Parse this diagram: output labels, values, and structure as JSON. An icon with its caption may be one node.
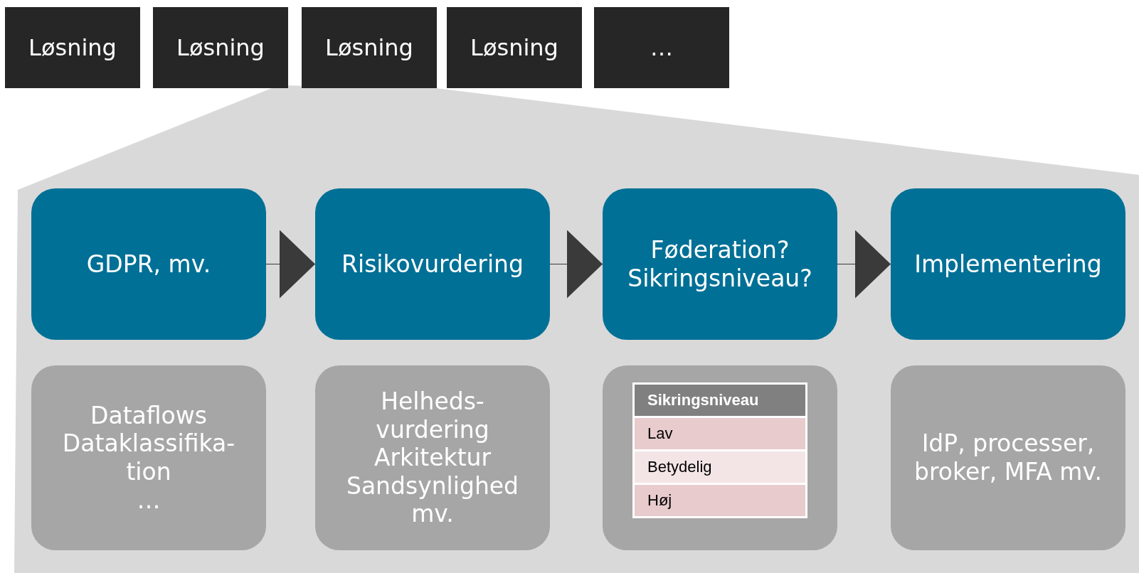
{
  "diagram": {
    "nodes": [
      {
        "text": [
          "Løsning"
        ]
      },
      {
        "text": [
          "Løsning"
        ]
      },
      {
        "text": [
          "Løsning"
        ]
      },
      {
        "text": [
          "Løsning"
        ]
      },
      {
        "text": [
          "…"
        ]
      },
      {
        "text": [
          "GDPR, mv."
        ]
      },
      {
        "text": [
          "Risikovurdering"
        ]
      },
      {
        "text": [
          "Føderation? Sikringsniveau?"
        ]
      },
      {
        "text": [
          "Implementering"
        ]
      },
      {
        "text": [
          "Dataflows",
          "Dataklassifika- tion",
          "…"
        ]
      },
      {
        "text": [
          "Helheds- vurdering",
          "Arkitektur",
          "Sandsynlighed mv."
        ]
      },
      {
        "text": [],
        "shape": "box"
      },
      {
        "text": [
          "IdP, processer, broker, MFA mv."
        ]
      }
    ],
    "edges": [
      {
        "from": 5,
        "to": 6,
        "arrow": "to"
      },
      {
        "from": 6,
        "to": 7,
        "arrow": "to"
      },
      {
        "from": 7,
        "to": 8,
        "arrow": "to"
      }
    ],
    "labels": [
      "Sikringsniveau",
      "Lav",
      "Betydelig",
      "Høj"
    ]
  }
}
